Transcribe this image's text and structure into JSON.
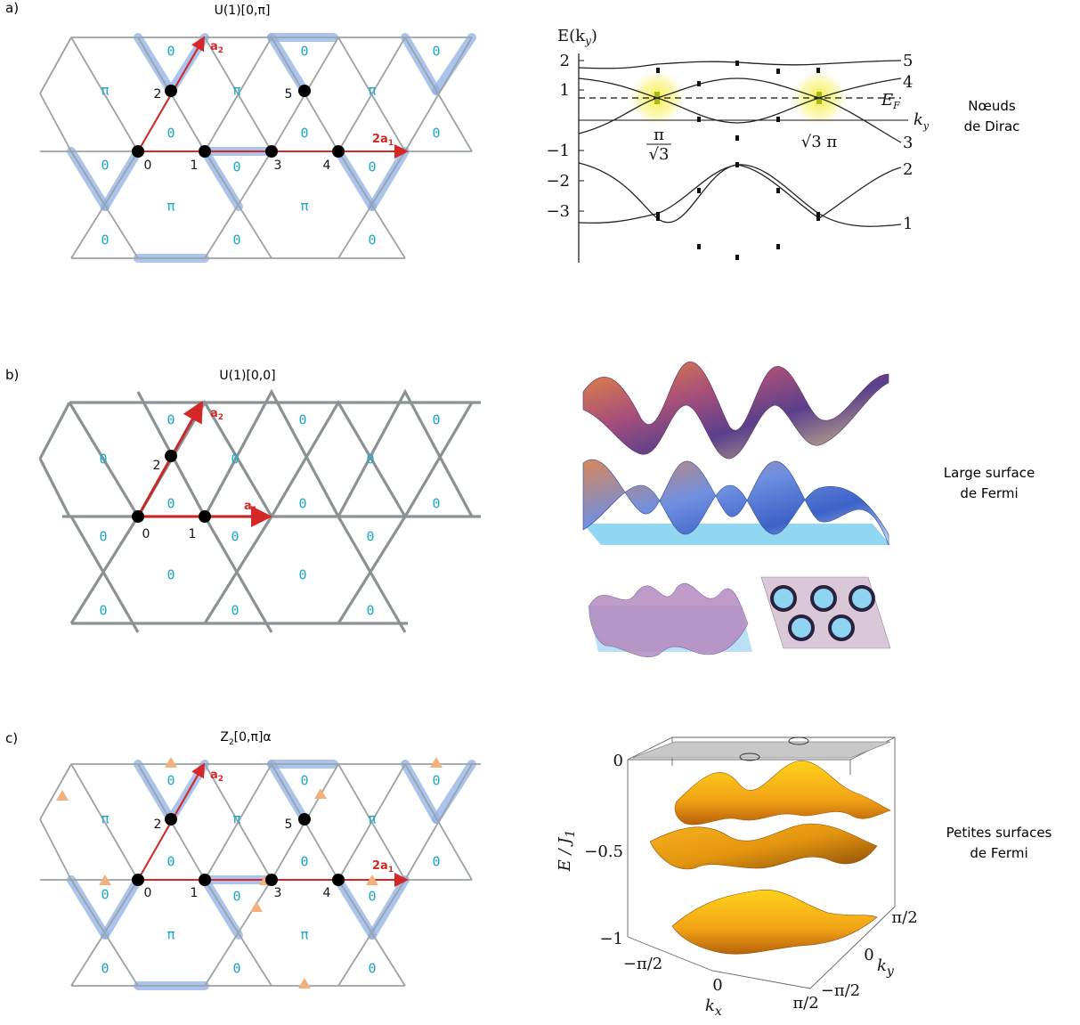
{
  "panels": [
    {
      "label": "a)",
      "title_main": "U(1)[0,",
      "title_pi": "π",
      "title_end": "]",
      "vec_a2": "a",
      "vec_a2_sub": "2",
      "vec_a1": "2a",
      "vec_a1_sub": "1",
      "sites": [
        "0",
        "1",
        "2",
        "3",
        "4",
        "5"
      ],
      "flux_zero": "0",
      "flux_pi": "π",
      "caption_line1": "Nœuds",
      "caption_line2": "de Dirac"
    },
    {
      "label": "b)",
      "title_main": "U(1)[0,0]",
      "vec_a2": "a",
      "vec_a2_sub": "2",
      "vec_a1": "a",
      "vec_a1_sub": "1",
      "sites": [
        "0",
        "1",
        "2"
      ],
      "flux_zero": "0",
      "caption_line1": "Large surface",
      "caption_line2": "de Fermi"
    },
    {
      "label": "c)",
      "title_main": "Z",
      "title_sub": "2",
      "title_rest": "[0,",
      "title_pi": "π",
      "title_end": "]α",
      "vec_a2": "a",
      "vec_a2_sub": "2",
      "vec_a1": "2a",
      "vec_a1_sub": "1",
      "sites": [
        "0",
        "1",
        "2",
        "3",
        "4",
        "5"
      ],
      "flux_zero": "0",
      "flux_pi": "π",
      "caption_line1": "Petites surfaces",
      "caption_line2": "de Fermi"
    }
  ],
  "band_plot": {
    "ylabel": "E(k",
    "ylabel_sub": "y",
    "ylabel_end": ")",
    "y_ticks": [
      "2",
      "1",
      "−1",
      "−2",
      "−3"
    ],
    "band_numbers": [
      "5",
      "4",
      "3",
      "2",
      "1"
    ],
    "fermi_label": "E",
    "fermi_sub": "F",
    "xlabel": "k",
    "xlabel_sub": "y",
    "tick1_num": "π",
    "tick1_den": "√3",
    "tick2": "√3 π",
    "node_color": "#f2ef4a"
  },
  "surface_plot": {
    "zlabel": "E / J",
    "zlabel_sub": "1",
    "z_ticks": [
      "0",
      "−0.5",
      "−1"
    ],
    "xlabel": "k",
    "xlabel_sub": "x",
    "ylabel": "k",
    "ylabel_sub": "y",
    "x_ticks": [
      "−π/2",
      "0",
      "π/2"
    ],
    "y_ticks": [
      "π/2",
      "0",
      "−π/2"
    ],
    "surface_color": "#f4a31a"
  }
}
